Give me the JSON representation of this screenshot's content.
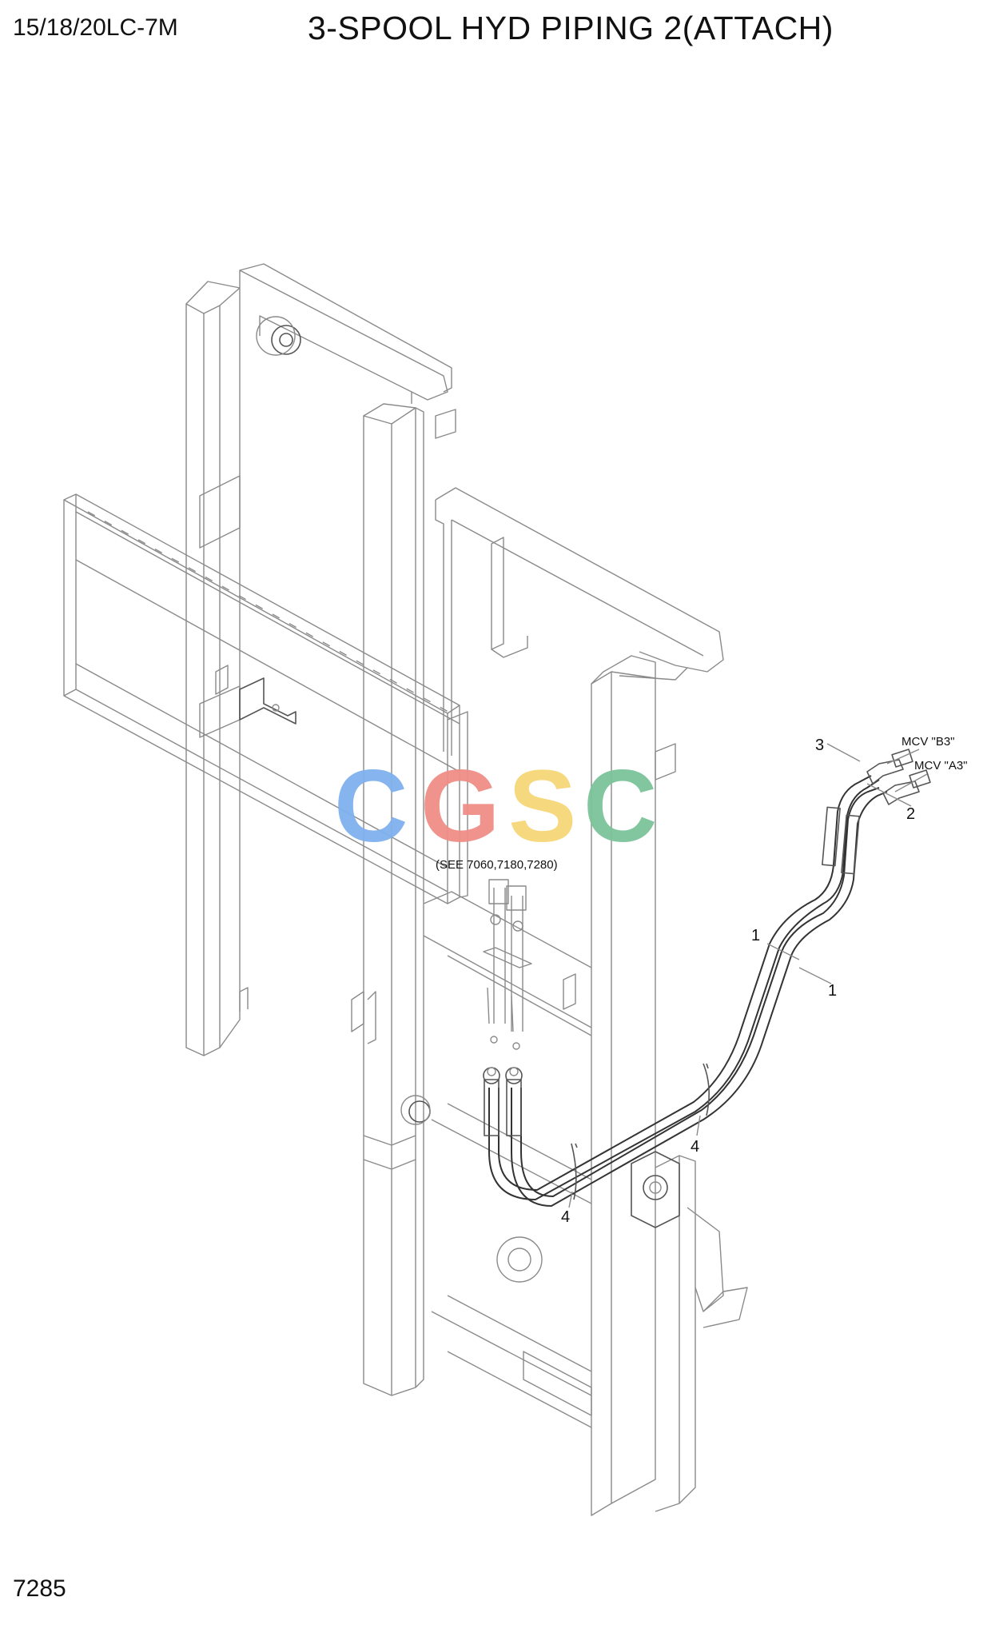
{
  "header": {
    "model": "15/18/20LC-7M",
    "title": "3-SPOOL HYD PIPING 2(ATTACH)"
  },
  "footer": {
    "page_number": "7285"
  },
  "callouts": {
    "c1a": "1",
    "c1b": "1",
    "c2": "2",
    "c3": "3",
    "c4a": "4",
    "c4b": "4"
  },
  "notes": {
    "mcv_b3": "MCV \"B3\"",
    "mcv_a3": "MCV \"A3\"",
    "see_ref": "(SEE 7060,7180,7280)"
  },
  "watermark": {
    "letters": [
      "C",
      "G",
      "S",
      "C"
    ],
    "colors": [
      "#7fb0ee",
      "#ef8e86",
      "#f6d878",
      "#7cc49a"
    ]
  }
}
